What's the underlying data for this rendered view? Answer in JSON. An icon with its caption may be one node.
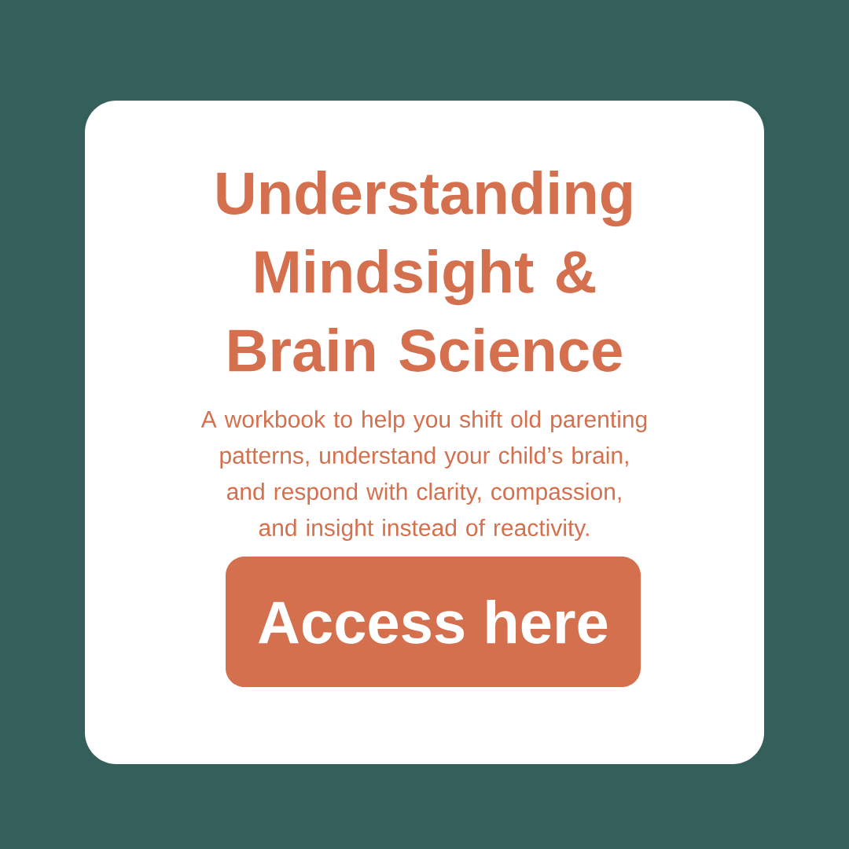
{
  "diagram": {
    "nodes": [
      {
        "text": [
          "Understanding Mindsight & Brain Science",
          "A workbook to help you shift old parenting patterns, understand your child’s brain, and respond with clarity, compassion, and insight instead of reactivity."
        ]
      },
      {
        "text": [
          "Access here"
        ],
        "in": 0
      }
    ]
  }
}
